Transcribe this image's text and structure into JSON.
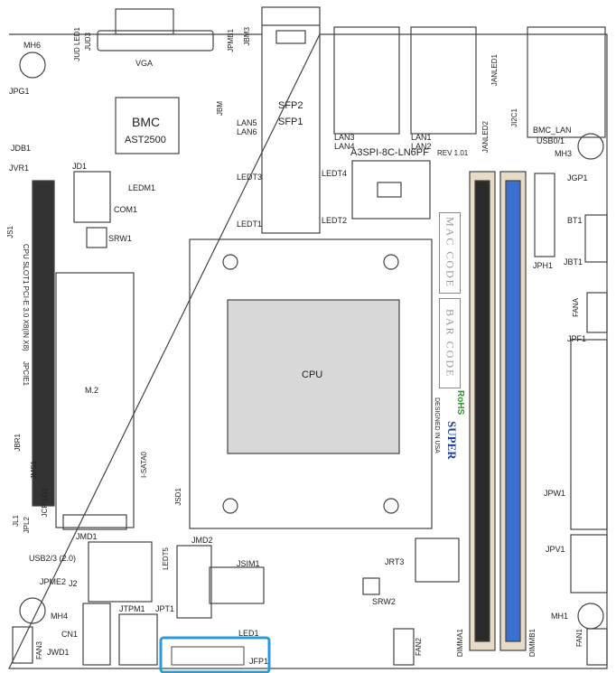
{
  "colors": {
    "outline": "#444444",
    "dimm_blue": "#3a6fd0",
    "dimm_dark": "#2a2a2a",
    "highlight": "#2b9bd8",
    "rohs": "#2a9a2a",
    "super_blue": "#1f3fa0",
    "super_red": "#d01818"
  },
  "labels": {
    "mh6": "MH6",
    "jud": "JUD3",
    "jud2": "JUD LED1",
    "vga": "VGA",
    "jpmb1": "JPMB1",
    "jbm": "JBM3",
    "sfp2": "SFP2",
    "sfp1": "SFP1",
    "lan5": "LAN5",
    "lan6": "LAN6",
    "jbm2": "JBM",
    "lan3": "LAN3",
    "lan4": "LAN4",
    "lan1": "LAN1",
    "lan2": "LAN2",
    "janled1": "JANLED1",
    "bmc_lan": "BMC_LAN",
    "usb01": "USB0/1",
    "mh3": "MH3",
    "rev": "REV 1.01",
    "model": "A3SPI-8C-LN6PF",
    "i2c1": "JI2C1",
    "janled2": "JANLED2",
    "jpg1": "JPG1",
    "bmc": "BMC",
    "ast": "AST2500",
    "jdb1": "JDB1",
    "jvr1": "JVR1",
    "jd1": "JD1",
    "ledm1": "LEDM1",
    "com1": "COM1",
    "srw1": "SRW1",
    "js1": "JS1",
    "ledt3": "LEDT3",
    "ledt4": "LEDT4",
    "ledt1": "LEDT1",
    "ledt2": "LEDT2",
    "jgp1": "JGP1",
    "bt1": "BT1",
    "jbt1": "JBT1",
    "jph1": "JPH1",
    "fana": "FANA",
    "jpf1": "JPF1",
    "mac_code": "MAC CODE",
    "bar_code": "BAR CODE",
    "cpu": "CPU",
    "m2": "M.2",
    "cpu_slot": "CPU SLOT1 PCI-E 3.0 X8(IN X8)",
    "jpcie1": "JPCIE1",
    "rohs": "RoHS",
    "super": "SUPER",
    "designed": "DESIGNED IN USA",
    "jpw1": "JPW1",
    "jpv1": "JPV1",
    "mh1": "MH1",
    "fan1": "FAN1",
    "dimma1": "DIMMA1",
    "dimmb1": "DIMMB1",
    "fan2": "FAN2",
    "jrt3": "JRT3",
    "srw2": "SRW2",
    "jsim1": "JSIM1",
    "jmd2": "JMD2",
    "ledt5": "LEDT5",
    "jmd1": "JMD1",
    "i_sata0": "I-SATA0",
    "jsd1": "JSD1",
    "jcp_ld1": "JCP-LD1",
    "jbr1": "JBR1",
    "jms1": "JMS1",
    "jl1": "JL1",
    "jpl2": "JPL2",
    "usb23": "USB2/3 (2.0)",
    "jpme2": "JPME2",
    "jme2": "J2",
    "mh4": "MH4",
    "cn1": "CN1",
    "jtpm1": "JTPM1",
    "jpt1": "JPT1",
    "led1": "LED1",
    "jfp1": "JFP1",
    "fan3": "FAN3",
    "jwd1": "JWD1"
  }
}
